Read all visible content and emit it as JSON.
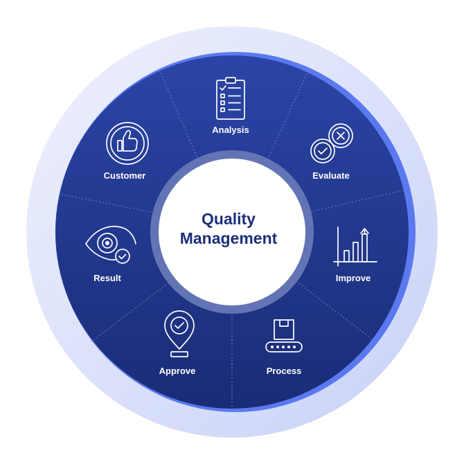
{
  "center": {
    "title_line1": "Quality",
    "title_line2": "Management"
  },
  "segments": [
    {
      "label": "Analysis",
      "icon": "clipboard-checklist-icon"
    },
    {
      "label": "Evaluate",
      "icon": "check-cross-badges-icon"
    },
    {
      "label": "Improve",
      "icon": "bar-chart-growth-icon"
    },
    {
      "label": "Process",
      "icon": "conveyor-box-icon"
    },
    {
      "label": "Approve",
      "icon": "location-pin-check-icon"
    },
    {
      "label": "Result",
      "icon": "eye-check-icon"
    },
    {
      "label": "Customer",
      "icon": "thumbs-up-icon"
    }
  ],
  "colors": {
    "outer_ring": "#dde3fb",
    "accent_ring": "#5b79ef",
    "disc_top": "#2a43a3",
    "disc_bottom": "#1b2d78",
    "inner_ring": "#6274b4",
    "center_fill": "#ffffff",
    "center_text": "#1c2f7a"
  }
}
